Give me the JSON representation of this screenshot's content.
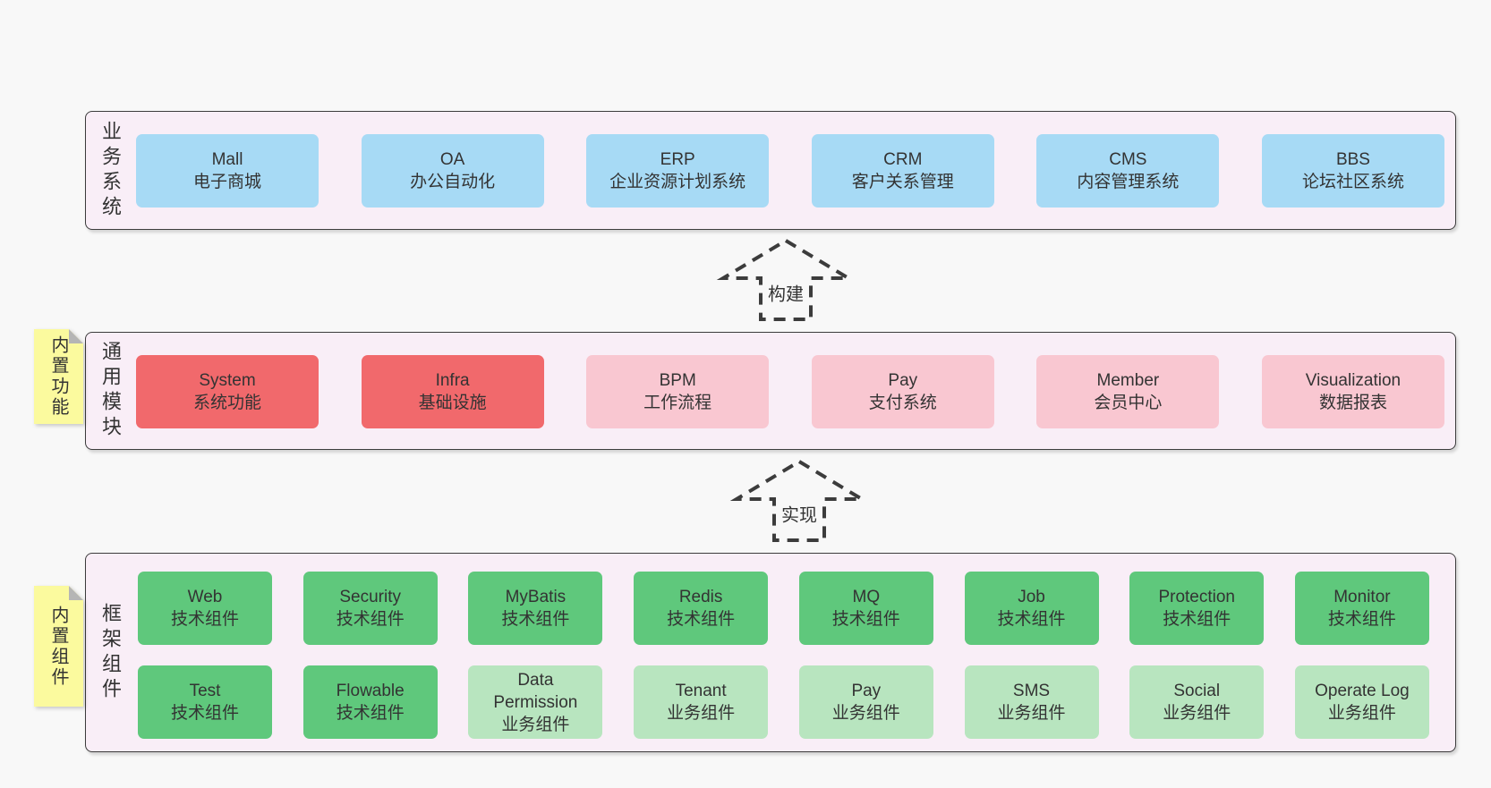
{
  "palette": {
    "page_bg": "#f8f8f8",
    "band_bg": "#f9eef7",
    "band_border": "#3c3c3c",
    "text": "#333333",
    "blue": "#a7daf5",
    "red": "#f1696c",
    "pink": "#f9c7d1",
    "green_dark": "#5fc87c",
    "green_light": "#b8e5bf",
    "sticky_yellow": "#fbfa9e",
    "sticky_fold": "#b5b5b5"
  },
  "diagram": {
    "bands": {
      "business": {
        "label": "业务系统",
        "boxes": [
          {
            "title": "Mall",
            "subtitle": "电子商城",
            "variant": "blue"
          },
          {
            "title": "OA",
            "subtitle": "办公自动化",
            "variant": "blue"
          },
          {
            "title": "ERP",
            "subtitle": "企业资源计划系统",
            "variant": "blue"
          },
          {
            "title": "CRM",
            "subtitle": "客户关系管理",
            "variant": "blue"
          },
          {
            "title": "CMS",
            "subtitle": "内容管理系统",
            "variant": "blue"
          },
          {
            "title": "BBS",
            "subtitle": "论坛社区系统",
            "variant": "blue"
          }
        ]
      },
      "modules": {
        "label": "通用模块",
        "sticky": "内置功能",
        "boxes": [
          {
            "title": "System",
            "subtitle": "系统功能",
            "variant": "red"
          },
          {
            "title": "Infra",
            "subtitle": "基础设施",
            "variant": "red"
          },
          {
            "title": "BPM",
            "subtitle": "工作流程",
            "variant": "pink"
          },
          {
            "title": "Pay",
            "subtitle": "支付系统",
            "variant": "pink"
          },
          {
            "title": "Member",
            "subtitle": "会员中心",
            "variant": "pink"
          },
          {
            "title": "Visualization",
            "subtitle": "数据报表",
            "variant": "pink"
          }
        ]
      },
      "framework": {
        "label": "框架组件",
        "sticky": "内置组件",
        "rows": [
          [
            {
              "title": "Web",
              "subtitle": "技术组件",
              "variant": "green"
            },
            {
              "title": "Security",
              "subtitle": "技术组件",
              "variant": "green"
            },
            {
              "title": "MyBatis",
              "subtitle": "技术组件",
              "variant": "green"
            },
            {
              "title": "Redis",
              "subtitle": "技术组件",
              "variant": "green"
            },
            {
              "title": "MQ",
              "subtitle": "技术组件",
              "variant": "green"
            },
            {
              "title": "Job",
              "subtitle": "技术组件",
              "variant": "green"
            },
            {
              "title": "Protection",
              "subtitle": "技术组件",
              "variant": "green"
            },
            {
              "title": "Monitor",
              "subtitle": "技术组件",
              "variant": "green"
            }
          ],
          [
            {
              "title": "Test",
              "subtitle": "技术组件",
              "variant": "green"
            },
            {
              "title": "Flowable",
              "subtitle": "技术组件",
              "variant": "green"
            },
            {
              "title": "Data Permission",
              "subtitle": "业务组件",
              "variant": "green-light"
            },
            {
              "title": "Tenant",
              "subtitle": "业务组件",
              "variant": "green-light"
            },
            {
              "title": "Pay",
              "subtitle": "业务组件",
              "variant": "green-light"
            },
            {
              "title": "SMS",
              "subtitle": "业务组件",
              "variant": "green-light"
            },
            {
              "title": "Social",
              "subtitle": "业务组件",
              "variant": "green-light"
            },
            {
              "title": "Operate Log",
              "subtitle": "业务组件",
              "variant": "green-light"
            }
          ]
        ]
      }
    },
    "arrows": [
      {
        "label": "构建"
      },
      {
        "label": "实现"
      }
    ]
  }
}
